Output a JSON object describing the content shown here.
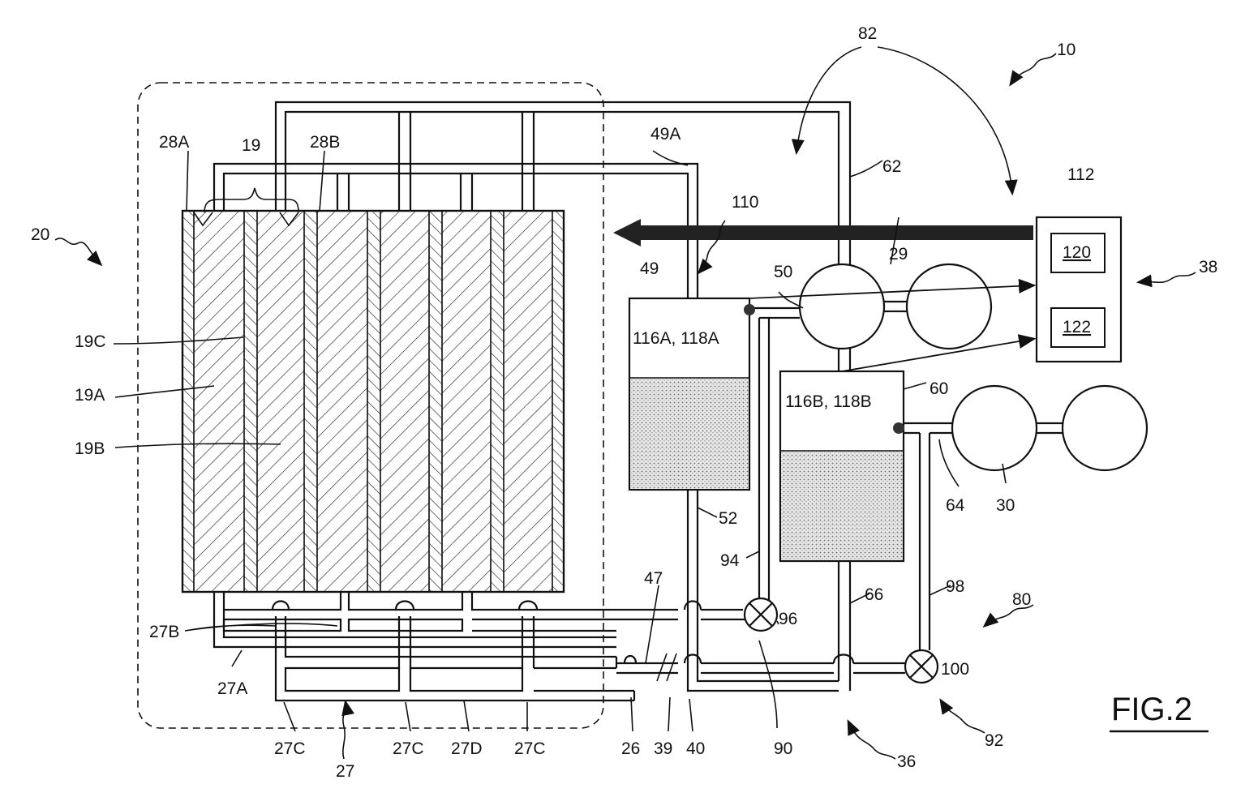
{
  "figure": {
    "title": "FIG.2",
    "labels": {
      "l10": "10",
      "l20": "20",
      "l82": "82",
      "l38": "38",
      "l36": "36",
      "l80": "80",
      "l28A": "28A",
      "l28B": "28B",
      "l19": "19",
      "l19C": "19C",
      "l19A": "19A",
      "l19B": "19B",
      "l27B": "27B",
      "l27A": "27A",
      "l27C1": "27C",
      "l27C2": "27C",
      "l27C3": "27C",
      "l27D": "27D",
      "l27": "27",
      "l26": "26",
      "l39": "39",
      "l40": "40",
      "l47": "47",
      "l49A": "49A",
      "l49": "49",
      "l52": "52",
      "l50": "50",
      "l29": "29",
      "l110": "110",
      "l112": "112",
      "l120": "120",
      "l122": "122",
      "l62": "62",
      "l60": "60",
      "l64": "64",
      "l30": "30",
      "l66": "66",
      "l94": "94",
      "l96": "96",
      "l90": "90",
      "l98": "98",
      "l100": "100",
      "l92": "92",
      "tank1": "116A, 118A",
      "tank2": "116B, 118B"
    }
  }
}
